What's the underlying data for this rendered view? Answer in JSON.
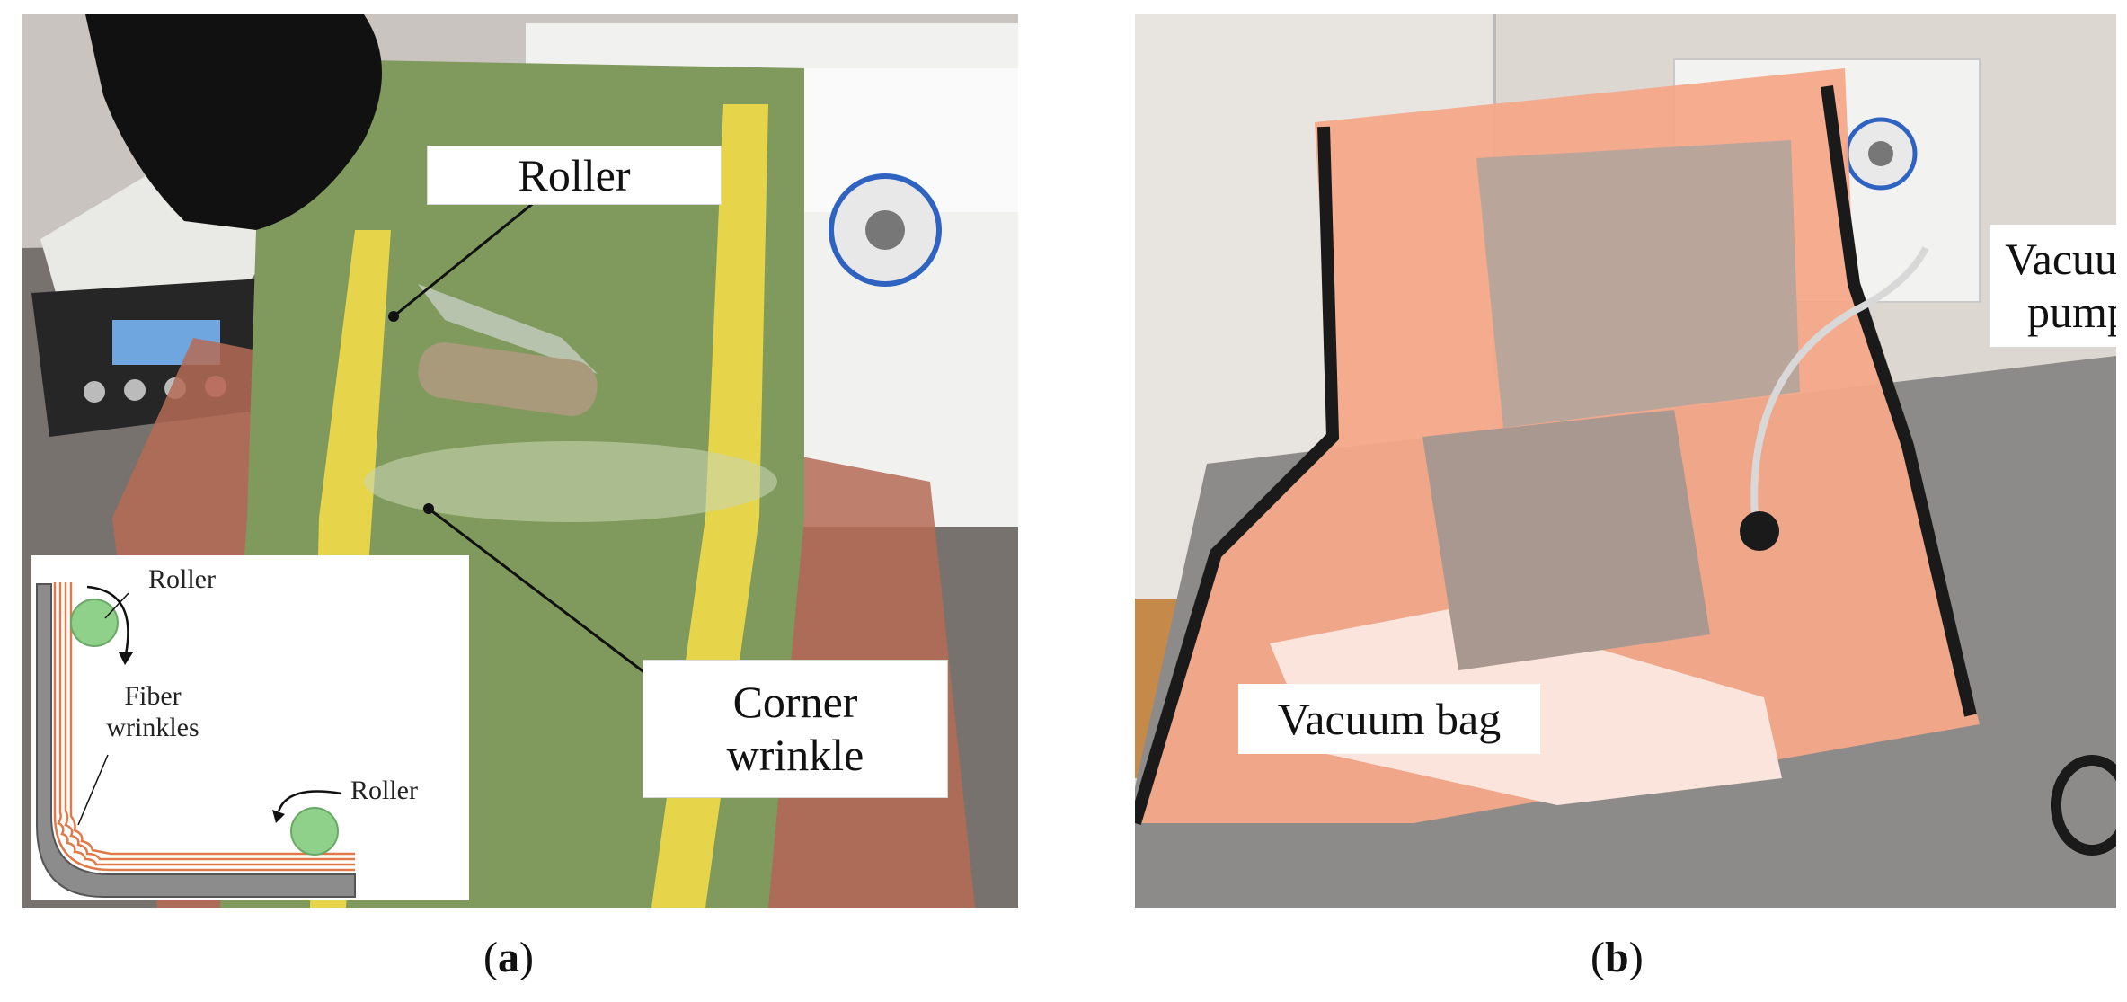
{
  "panel_a": {
    "callouts": {
      "roller": "Roller",
      "corner_wrinkle_line1": "Corner",
      "corner_wrinkle_line2": "wrinkle"
    },
    "inset": {
      "roller_top": "Roller",
      "fiber_wrinkles_line1": "Fiber",
      "fiber_wrinkles_line2": "wrinkles",
      "roller_bottom": "Roller"
    },
    "caption": {
      "open": "(",
      "letter": "a",
      "close": ")"
    }
  },
  "panel_b": {
    "callouts": {
      "vacuum_pump_line1": "Vacuum",
      "vacuum_pump_line2": "pump",
      "vacuum_bag": "Vacuum bag"
    },
    "caption": {
      "open": "(",
      "letter": "b",
      "close": ")"
    }
  },
  "colors": {
    "fiber_green": "#7f9a5c",
    "tape_yellow": "#e6d54a",
    "bag_orange": "#f4a889",
    "roller_green": "#8fd08a",
    "ply_orange": "#e07a4a"
  }
}
